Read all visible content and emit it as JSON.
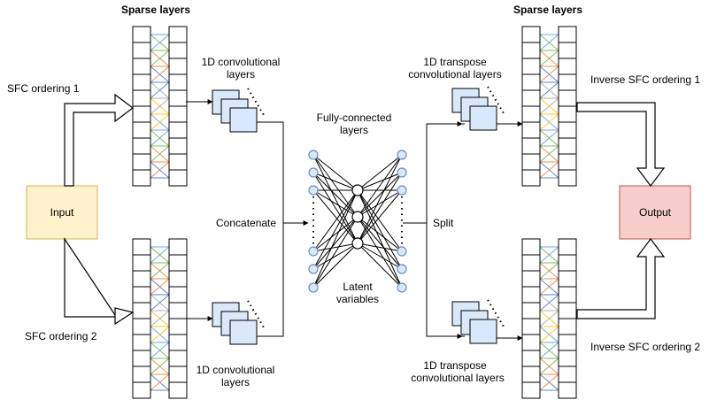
{
  "labels": {
    "sparse_left": "Sparse layers",
    "sparse_right": "Sparse layers",
    "sfc1": "SFC ordering 1",
    "sfc2": "SFC ordering 2",
    "inverse1": "Inverse SFC ordering 1",
    "inverse2": "Inverse SFC ordering 2",
    "conv_top": [
      "1D convolutional",
      "layers"
    ],
    "conv_bottom": [
      "1D convolutional",
      "layers"
    ],
    "tconv_top": [
      "1D transpose",
      "convolutional layers"
    ],
    "tconv_bottom": [
      "1D transpose",
      "convolutional layers"
    ],
    "fc": [
      "Fully-connected",
      "layers"
    ],
    "latent": [
      "Latent",
      "variables"
    ],
    "concatenate": "Concatenate",
    "split": "Split"
  },
  "boxes": {
    "input": "Input",
    "output": "Output"
  },
  "colors": {
    "input_fill": "#fff2cc",
    "input_stroke": "#d6b656",
    "output_fill": "#f8cecc",
    "output_stroke": "#b85450",
    "block_fill": "#dae8fc",
    "block_stroke": "#6c8ebf",
    "node_fill": "#dae8fc",
    "node_stroke": "#6c8ebf"
  }
}
